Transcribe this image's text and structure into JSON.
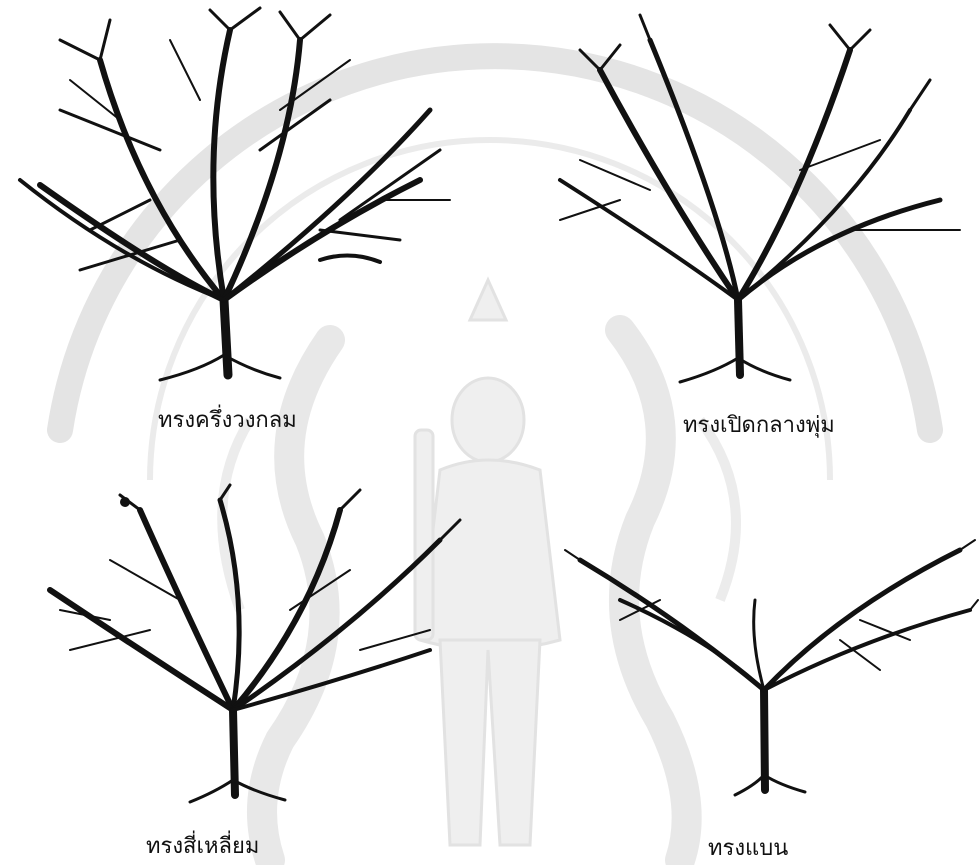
{
  "figure": {
    "panels": [
      {
        "caption": "ทรงครึ่งวงกลม"
      },
      {
        "caption": "ทรงเปิดกลางพุ่ม"
      },
      {
        "caption": "ทรงสี่เหลี่ยม"
      },
      {
        "caption": "ทรงแบน"
      }
    ]
  },
  "colors": {
    "ink": "#111111",
    "watermark": "#e3e3e3"
  }
}
